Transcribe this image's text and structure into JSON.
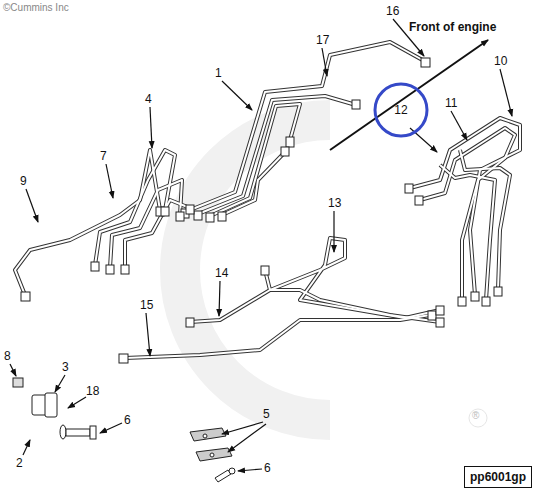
{
  "diagram": {
    "nodes": [
      {
        "text": [
          "12"
        ]
      },
      {
        "text": [
          "pp6001gp"
        ]
      }
    ],
    "labels": [
      "©Cummins Inc",
      "16",
      "Front of engine",
      "17",
      "1",
      "10",
      "4",
      "11",
      "7",
      "9",
      "13",
      "14",
      "15",
      "8",
      "3",
      "18",
      "6",
      "2",
      "5",
      "6",
      "®"
    ]
  }
}
